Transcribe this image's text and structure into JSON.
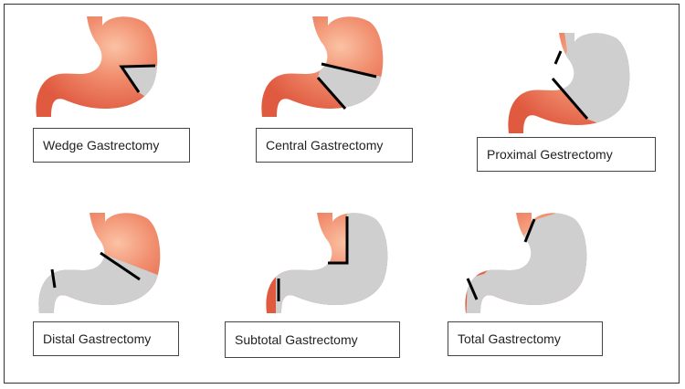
{
  "title": "Types of Gastrectomy",
  "colors": {
    "stomach": "#ec7357",
    "removed": "#cfcfcf",
    "cut_line": "#000000"
  },
  "procedures": [
    {
      "label": "Wedge Gastrectomy"
    },
    {
      "label": "Central Gastrectomy"
    },
    {
      "label": "Proximal Gestrectomy"
    },
    {
      "label": "Distal Gastrectomy"
    },
    {
      "label": "Subtotal Gastrectomy"
    },
    {
      "label": "Total Gastrectomy"
    }
  ]
}
